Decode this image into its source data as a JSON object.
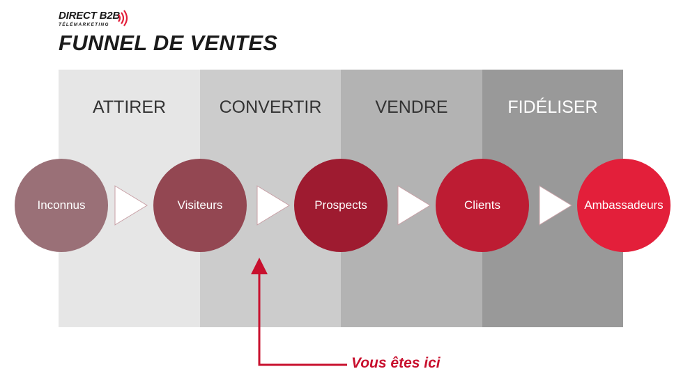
{
  "logo": {
    "brand": "DIRECT B2B",
    "subtitle": "TÉLÉMARKETING",
    "icon": "sound-waves-icon"
  },
  "title": "FUNNEL DE VENTES",
  "stages": [
    {
      "label": "ATTIRER",
      "background": "#e6e6e6",
      "text_color": "#333333"
    },
    {
      "label": "CONVERTIR",
      "background": "#cccccc",
      "text_color": "#333333"
    },
    {
      "label": "VENDRE",
      "background": "#b3b3b3",
      "text_color": "#333333"
    },
    {
      "label": "FIDÉLISER",
      "background": "#999999",
      "text_color": "#ffffff"
    }
  ],
  "steps": [
    {
      "label": "Inconnus",
      "color": "#9a7077"
    },
    {
      "label": "Visiteurs",
      "color": "#934752"
    },
    {
      "label": "Prospects",
      "color": "#9e1b30"
    },
    {
      "label": "Clients",
      "color": "#bd1c33"
    },
    {
      "label": "Ambassadeurs",
      "color": "#e31f3a"
    }
  ],
  "current_marker": {
    "label": "Vous êtes ici",
    "color": "#c8102e"
  }
}
